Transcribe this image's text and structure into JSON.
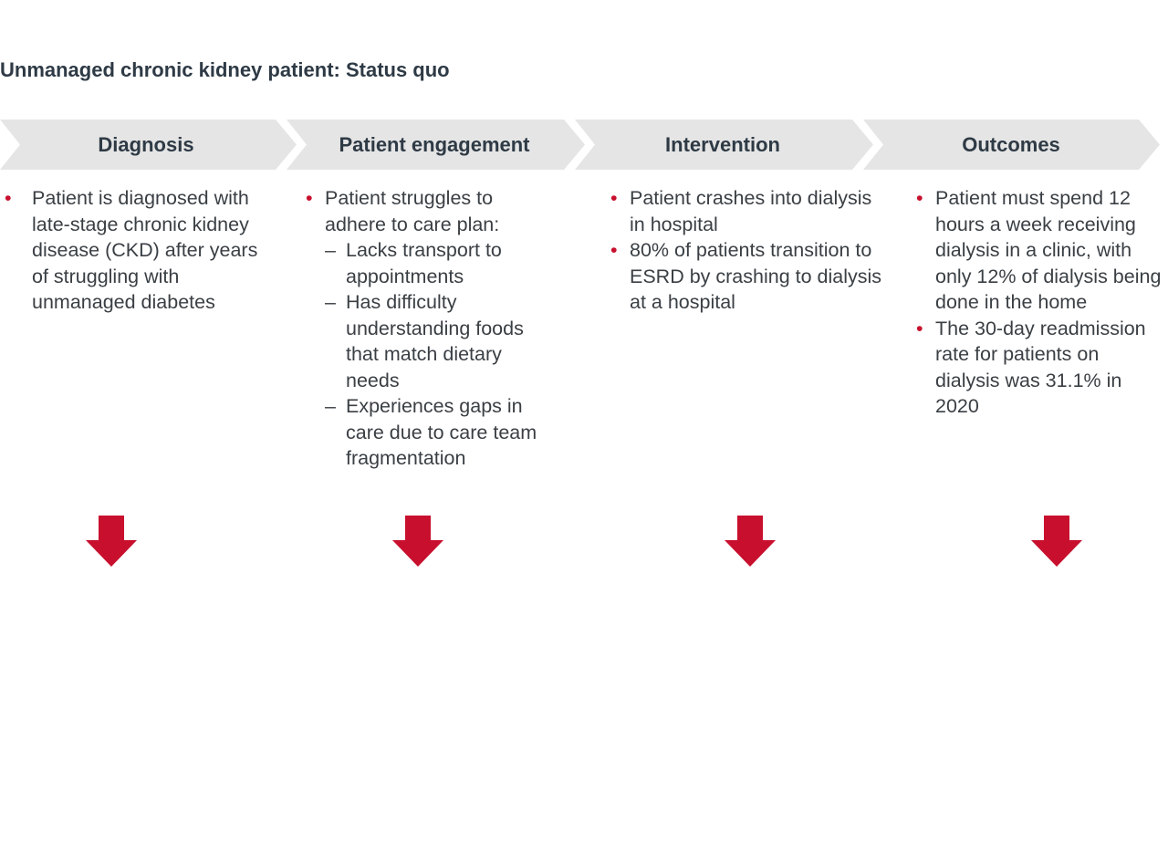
{
  "title": "Unmanaged chronic kidney patient: Status quo",
  "colors": {
    "chevron": "#e5e5e5",
    "accent": "#c8102e",
    "heading": "#2e3a45"
  },
  "stages": [
    {
      "label": "Diagnosis",
      "bullets": [
        {
          "text": "Patient is diagnosed with late-stage chronic kidney disease (CKD) after years of struggling with unmanaged diabetes",
          "sub": []
        }
      ]
    },
    {
      "label": "Patient engagement",
      "bullets": [
        {
          "text": "Patient struggles to adhere to care plan:",
          "sub": [
            "Lacks transport to appointments",
            "Has difficulty understanding foods that match dietary needs",
            "Experiences gaps in care due to care team fragmentation"
          ]
        }
      ]
    },
    {
      "label": "Intervention",
      "bullets": [
        {
          "text": "Patient crashes into dialysis in hospital",
          "sub": []
        },
        {
          "text": "80% of patients transition to ESRD by crashing to dialysis at a hospital",
          "sub": []
        }
      ]
    },
    {
      "label": "Outcomes",
      "bullets": [
        {
          "text": "Patient must spend 12 hours a week receiving dialysis in a clinic, with only 12% of dialysis being done in the home",
          "sub": []
        },
        {
          "text": "The 30-day readmission rate for patients on dialysis was 31.1% in 2020",
          "sub": []
        }
      ]
    }
  ],
  "icons": [
    "down-arrow-icon",
    "down-arrow-icon",
    "down-arrow-icon",
    "down-arrow-icon"
  ]
}
